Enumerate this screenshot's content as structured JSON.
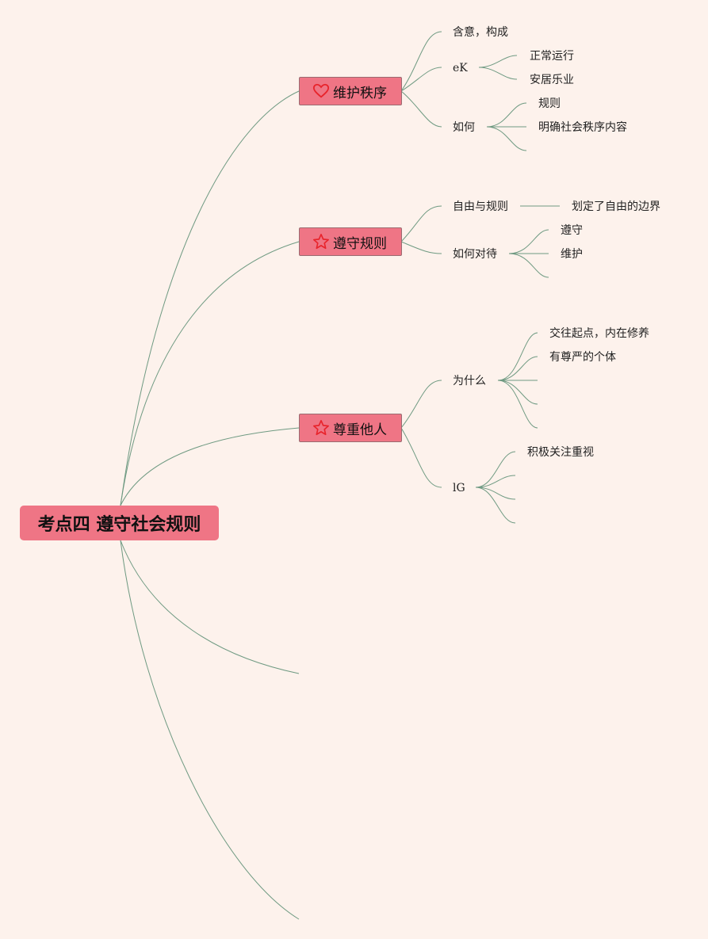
{
  "root": {
    "title": "考点四 遵守社会规则"
  },
  "branches": [
    {
      "label": "维护秩序",
      "icon": "heart-icon",
      "children": [
        {
          "label": "含意，构成"
        },
        {
          "label": "eK",
          "children": [
            "正常运行",
            "安居乐业"
          ]
        },
        {
          "label": "如何",
          "children": [
            "规则",
            "明确社会秩序内容"
          ]
        }
      ]
    },
    {
      "label": "遵守规则",
      "icon": "star-icon",
      "children": [
        {
          "label": "自由与规则",
          "children": [
            "划定了自由的边界"
          ]
        },
        {
          "label": "如何对待",
          "children": [
            "遵守",
            "维护"
          ]
        }
      ]
    },
    {
      "label": "尊重他人",
      "icon": "star-icon",
      "children": [
        {
          "label": "为什么",
          "children": [
            "交往起点，内在修养",
            "有尊严的个体"
          ]
        },
        {
          "label": "lG",
          "children": [
            "积极关注重视"
          ]
        }
      ]
    }
  ],
  "colors": {
    "background": "#fdf2ec",
    "node": "#ef7585",
    "connector": "#6f9a82",
    "icon": "#e8242c"
  }
}
